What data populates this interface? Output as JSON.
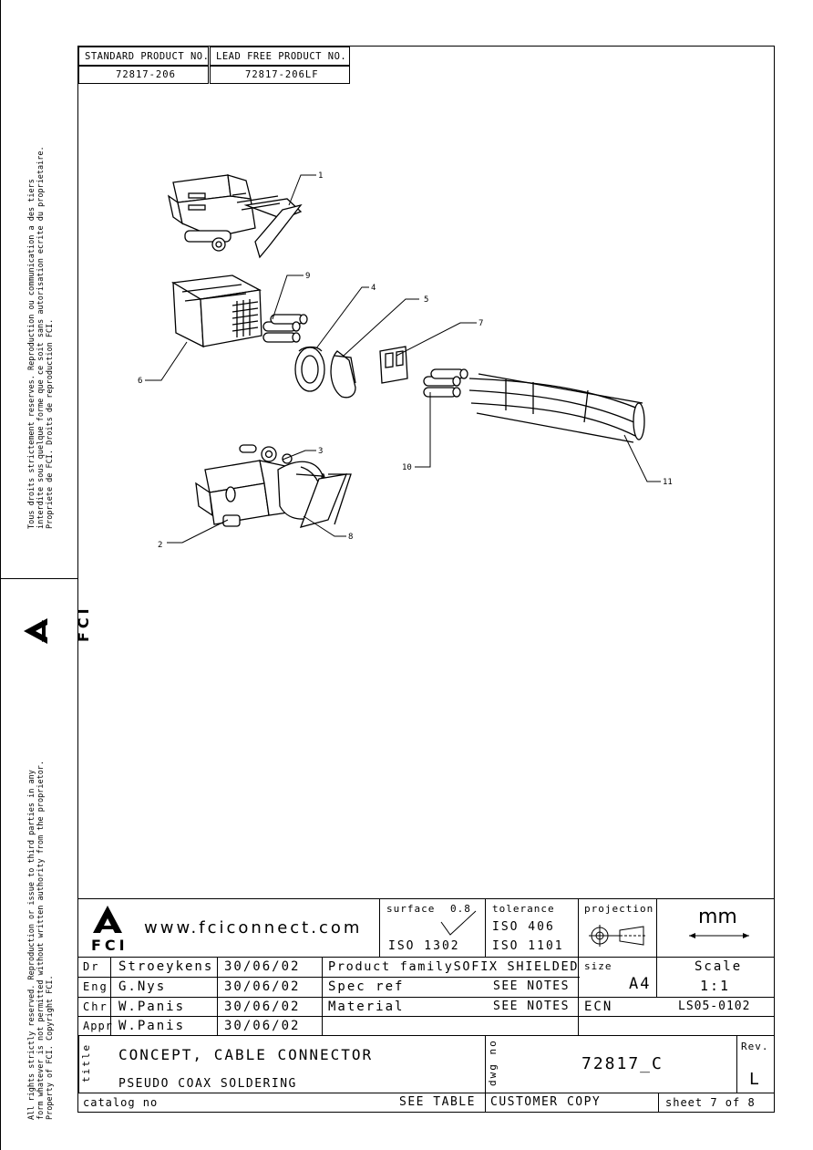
{
  "header": {
    "standard_label": "STANDARD PRODUCT NO.",
    "standard_value": "72817-206",
    "leadfree_label": "LEAD FREE PRODUCT NO.",
    "leadfree_value": "72817-206LF"
  },
  "side": {
    "rights_fr_1": "Tous droits strictement reserves.  Reproduction ou communication a des tiers",
    "rights_fr_2": "interdite sous quelque forme que ce soit sans autorisation ecrite du proprietaire.",
    "rights_fr_3": "Propriete de FCI.  Droits de reproduction FCI.",
    "logo_text": "FCI",
    "rights_en_1": "All rights strictly reserved.  Reproduction or issue to third parties in any",
    "rights_en_2": "form whatever is not permitted without written authority from the proprietor.",
    "rights_en_3": "Property of FCI.  Copyright FCI."
  },
  "callouts": [
    "1",
    "2",
    "3",
    "4",
    "5",
    "6",
    "7",
    "8",
    "9",
    "10",
    "11"
  ],
  "titleblock": {
    "logo_text": "FCI",
    "website": "www.fciconnect.com",
    "surface_label": "surface",
    "surface_value": "0.8",
    "surface_std": "ISO 1302",
    "tolerance_label": "tolerance",
    "tolerance_1": "ISO 406",
    "tolerance_2": "ISO 1101",
    "projection_label": "projection",
    "units": "mm",
    "rows": [
      {
        "role": "Dr",
        "name": "Stroeykens",
        "date": "30/06/02"
      },
      {
        "role": "Eng",
        "name": "G.Nys",
        "date": "30/06/02"
      },
      {
        "role": "Chr",
        "name": "W.Panis",
        "date": "30/06/02"
      },
      {
        "role": "Appr",
        "name": "W.Panis",
        "date": "30/06/02"
      }
    ],
    "product_family": "Product familySOFIX SHIELDED",
    "spec_ref_label": "Spec ref",
    "spec_ref_value": "SEE NOTES",
    "material_label": "Material",
    "material_value": "SEE NOTES",
    "size_label": "size",
    "size_value": "A4",
    "scale_label": "Scale",
    "scale_value": "1:1",
    "ecn_label": "ECN",
    "ecn_value": "LS05-0102",
    "title_label": "title",
    "title_1": "CONCEPT, CABLE CONNECTOR",
    "title_2": "PSEUDO COAX SOLDERING",
    "dwg_label": "dwg no",
    "dwg_value": "72817_C",
    "rev_label": "Rev.",
    "rev_value": "L",
    "catalog_label": "catalog no",
    "catalog_value": "SEE TABLE",
    "copy_label": "CUSTOMER COPY",
    "sheet": "sheet 7 of 8"
  }
}
